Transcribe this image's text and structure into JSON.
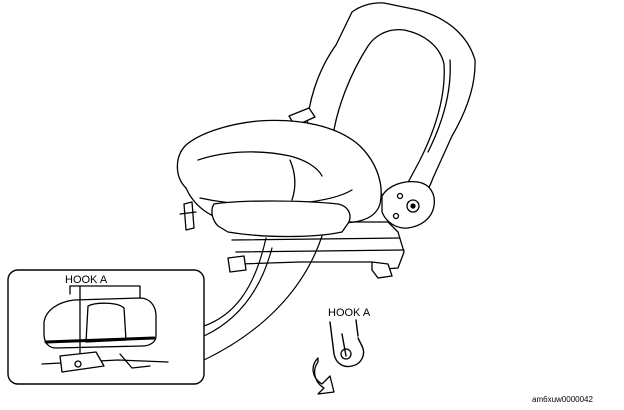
{
  "labels": {
    "hook_inset": "HOOK A",
    "hook_detail": "HOOK A",
    "figure_code": "am6xuw0000042"
  }
}
